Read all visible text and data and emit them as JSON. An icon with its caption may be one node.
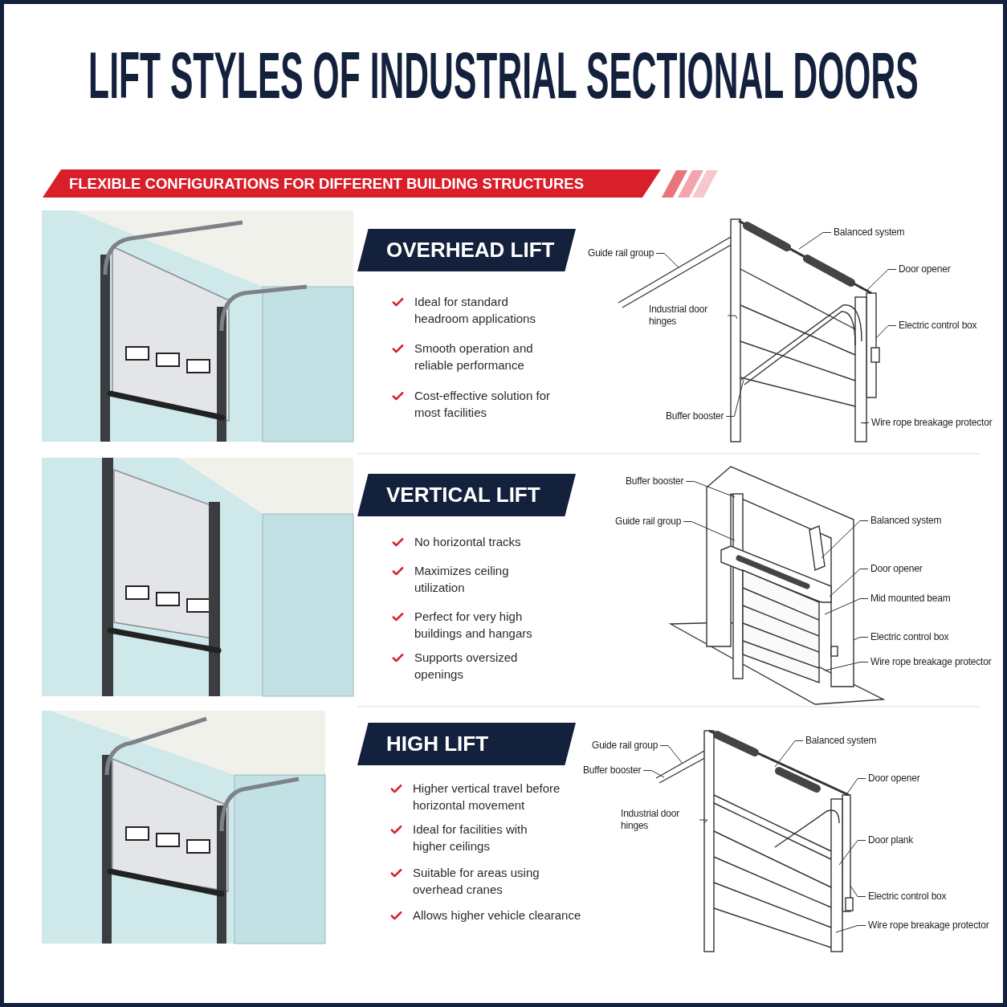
{
  "diagram": {
    "title": "LIFT STYLES OF INDUSTRIAL SECTIONAL DOORS",
    "nodes": [
      {
        "text": [
          "FLEXIBLE CONFIGURATIONS FOR DIFFERENT BUILDING STRUCTURES"
        ]
      },
      {
        "text": [
          "OVERHEAD LIFT"
        ]
      },
      {
        "text": [
          "Guide rail group"
        ]
      },
      {
        "text": [
          "Balanced system"
        ]
      },
      {
        "text": [
          "Door opener"
        ]
      },
      {
        "text": [
          "Industrial door hinges"
        ]
      },
      {
        "text": [
          "Electric control box"
        ]
      },
      {
        "text": [
          "Buffer booster"
        ]
      },
      {
        "text": [
          "Wire rope breakage protector"
        ]
      },
      {
        "text": [
          "VERTICAL LIFT"
        ]
      },
      {
        "text": [
          "Buffer booster"
        ]
      },
      {
        "text": [
          "Guide rail group"
        ]
      },
      {
        "text": [
          "Balanced system"
        ]
      },
      {
        "text": [
          "Door opener"
        ]
      },
      {
        "text": [
          "Mid mounted beam"
        ]
      },
      {
        "text": [
          "Electric control box"
        ]
      },
      {
        "text": [
          "Wire rope breakage protector"
        ]
      },
      {
        "text": [
          "HIGH LIFT"
        ]
      },
      {
        "text": [
          "Guide rail group"
        ]
      },
      {
        "text": [
          "Balanced system"
        ]
      },
      {
        "text": [
          "Buffer booster"
        ]
      },
      {
        "text": [
          "Door opener"
        ]
      },
      {
        "text": [
          "Industrial door hinges"
        ]
      },
      {
        "text": [
          "Door plank"
        ]
      },
      {
        "text": [
          "Electric control box"
        ]
      },
      {
        "text": [
          "Wire rope breakage protector"
        ]
      }
    ],
    "edges": [
      {
        "from": 2,
        "to": null,
        "arrow": "none"
      },
      {
        "from": 3,
        "to": null,
        "arrow": "none"
      },
      {
        "from": 4,
        "to": null,
        "arrow": "none"
      },
      {
        "from": 5,
        "to": null,
        "arrow": "none"
      },
      {
        "from": 6,
        "to": null,
        "arrow": "none"
      },
      {
        "from": 7,
        "to": null,
        "arrow": "none"
      },
      {
        "from": 8,
        "to": null,
        "arrow": "none"
      },
      {
        "from": 10,
        "to": null,
        "arrow": "none"
      },
      {
        "from": 11,
        "to": null,
        "arrow": "none"
      },
      {
        "from": 12,
        "to": null,
        "arrow": "none"
      },
      {
        "from": 13,
        "to": null,
        "arrow": "none"
      },
      {
        "from": 14,
        "to": null,
        "arrow": "none"
      },
      {
        "from": 15,
        "to": null,
        "arrow": "none"
      },
      {
        "from": 16,
        "to": null,
        "arrow": "none"
      },
      {
        "from": 18,
        "to": null,
        "arrow": "none"
      },
      {
        "from": 19,
        "to": null,
        "arrow": "none"
      },
      {
        "from": 20,
        "to": null,
        "arrow": "none"
      },
      {
        "from": 21,
        "to": null,
        "arrow": "none"
      },
      {
        "from": 22,
        "to": null,
        "arrow": "none"
      },
      {
        "from": 23,
        "to": null,
        "arrow": "none"
      },
      {
        "from": 24,
        "to": null,
        "arrow": "none"
      },
      {
        "from": 25,
        "to": null,
        "arrow": "none"
      }
    ],
    "labels": [
      "Ideal for standard headroom applications",
      "Smooth operation and reliable performance",
      "Cost-effective solution for most facilities",
      "No horizontal tracks",
      "Maximizes ceiling utilization",
      "Perfect for very high buildings and hangars",
      "Supports oversized openings",
      "Higher vertical travel before horizontal movement",
      "Ideal for facilities with higher ceilings",
      "Suitable for areas using overhead cranes",
      "Allows higher vehicle clearance"
    ]
  }
}
